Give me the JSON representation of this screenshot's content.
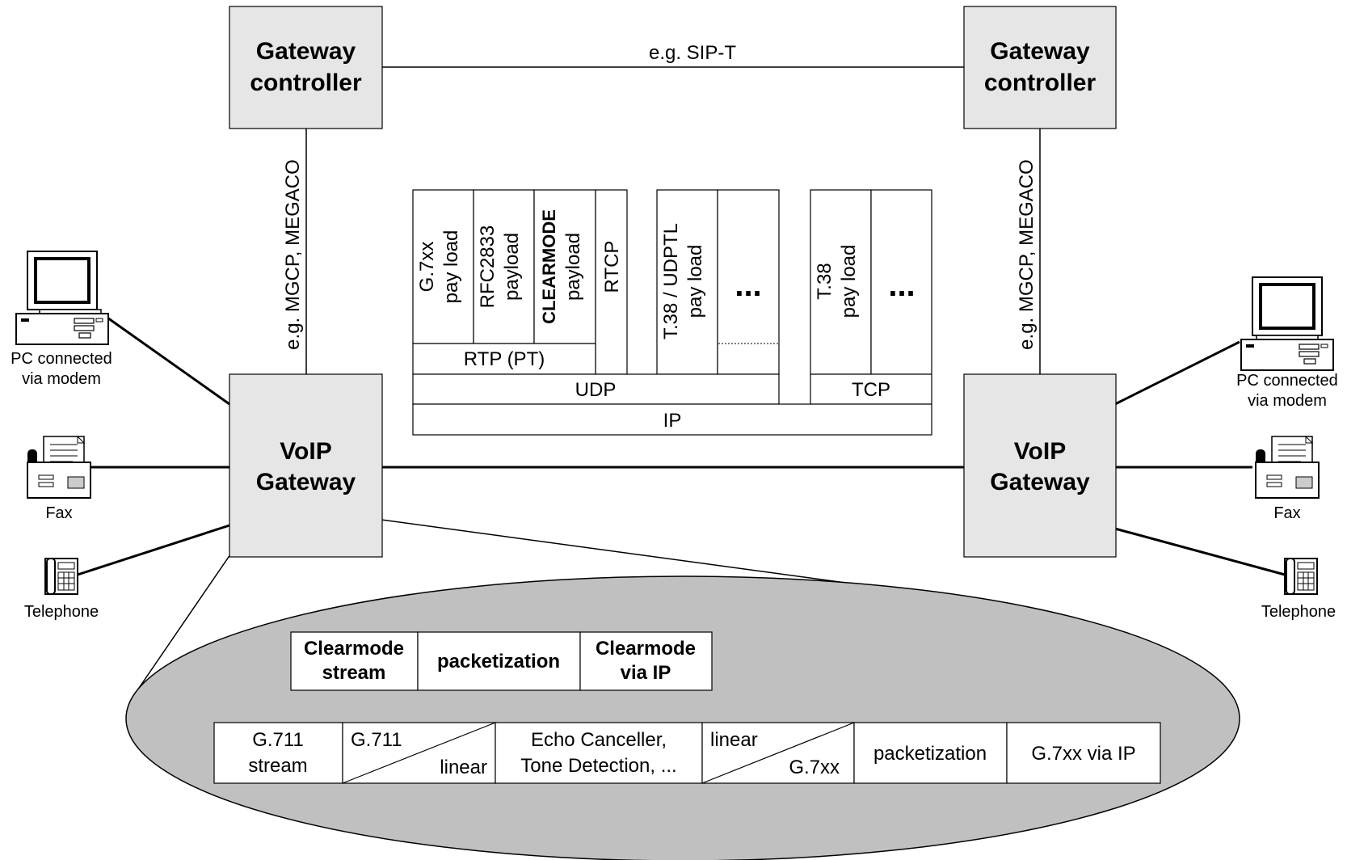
{
  "gateway_controllers": {
    "line1": "Gateway",
    "line2": "controller"
  },
  "voip_gateways": {
    "line1": "VoIP",
    "line2": "Gateway"
  },
  "controller_link_label": "e.g. SIP-T",
  "control_link_label": "e.g. MGCP, MEGACO",
  "endpoints": {
    "pc": {
      "line1": "PC connected",
      "line2": "via modem",
      "icon": "computer-icon"
    },
    "fax": {
      "label": "Fax",
      "icon": "fax-icon"
    },
    "telephone": {
      "label": "Telephone",
      "icon": "telephone-icon"
    }
  },
  "protocol_stack": {
    "g7xx": {
      "line1": "G.7xx",
      "line2": "pay load"
    },
    "rfc2833": {
      "line1": "RFC2833",
      "line2": "payload"
    },
    "clearmode": {
      "line1": "CLEARMODE",
      "line2": "payload"
    },
    "rtcp": "RTCP",
    "rtp": "RTP (PT)",
    "t38_udptl": {
      "line1": "T.38 / UDPTL",
      "line2": "pay load"
    },
    "t38": {
      "line1": "T.38",
      "line2": "pay load"
    },
    "ellipsis": "...",
    "udp": "UDP",
    "tcp": "TCP",
    "ip": "IP"
  },
  "clearmode_chain": [
    {
      "line1": "Clearmode",
      "line2": "stream"
    },
    {
      "line1": "packetization"
    },
    {
      "line1": "Clearmode",
      "line2": "via IP"
    }
  ],
  "voice_chain": {
    "g711_stream": {
      "line1": "G.711",
      "line2": "stream"
    },
    "g711_linear": {
      "top": "G.711",
      "bottom": "linear"
    },
    "echo": {
      "line1": "Echo Canceller,",
      "line2": "Tone Detection, ..."
    },
    "linear_g7xx": {
      "top": "linear",
      "bottom": "G.7xx"
    },
    "packetization": "packetization",
    "via_ip": "G.7xx via IP"
  },
  "colors": {
    "box_fill": "#e6e6e6",
    "ellipse_fill": "#c0c0c0",
    "cell_fill": "#ffffff",
    "line": "#000000"
  }
}
